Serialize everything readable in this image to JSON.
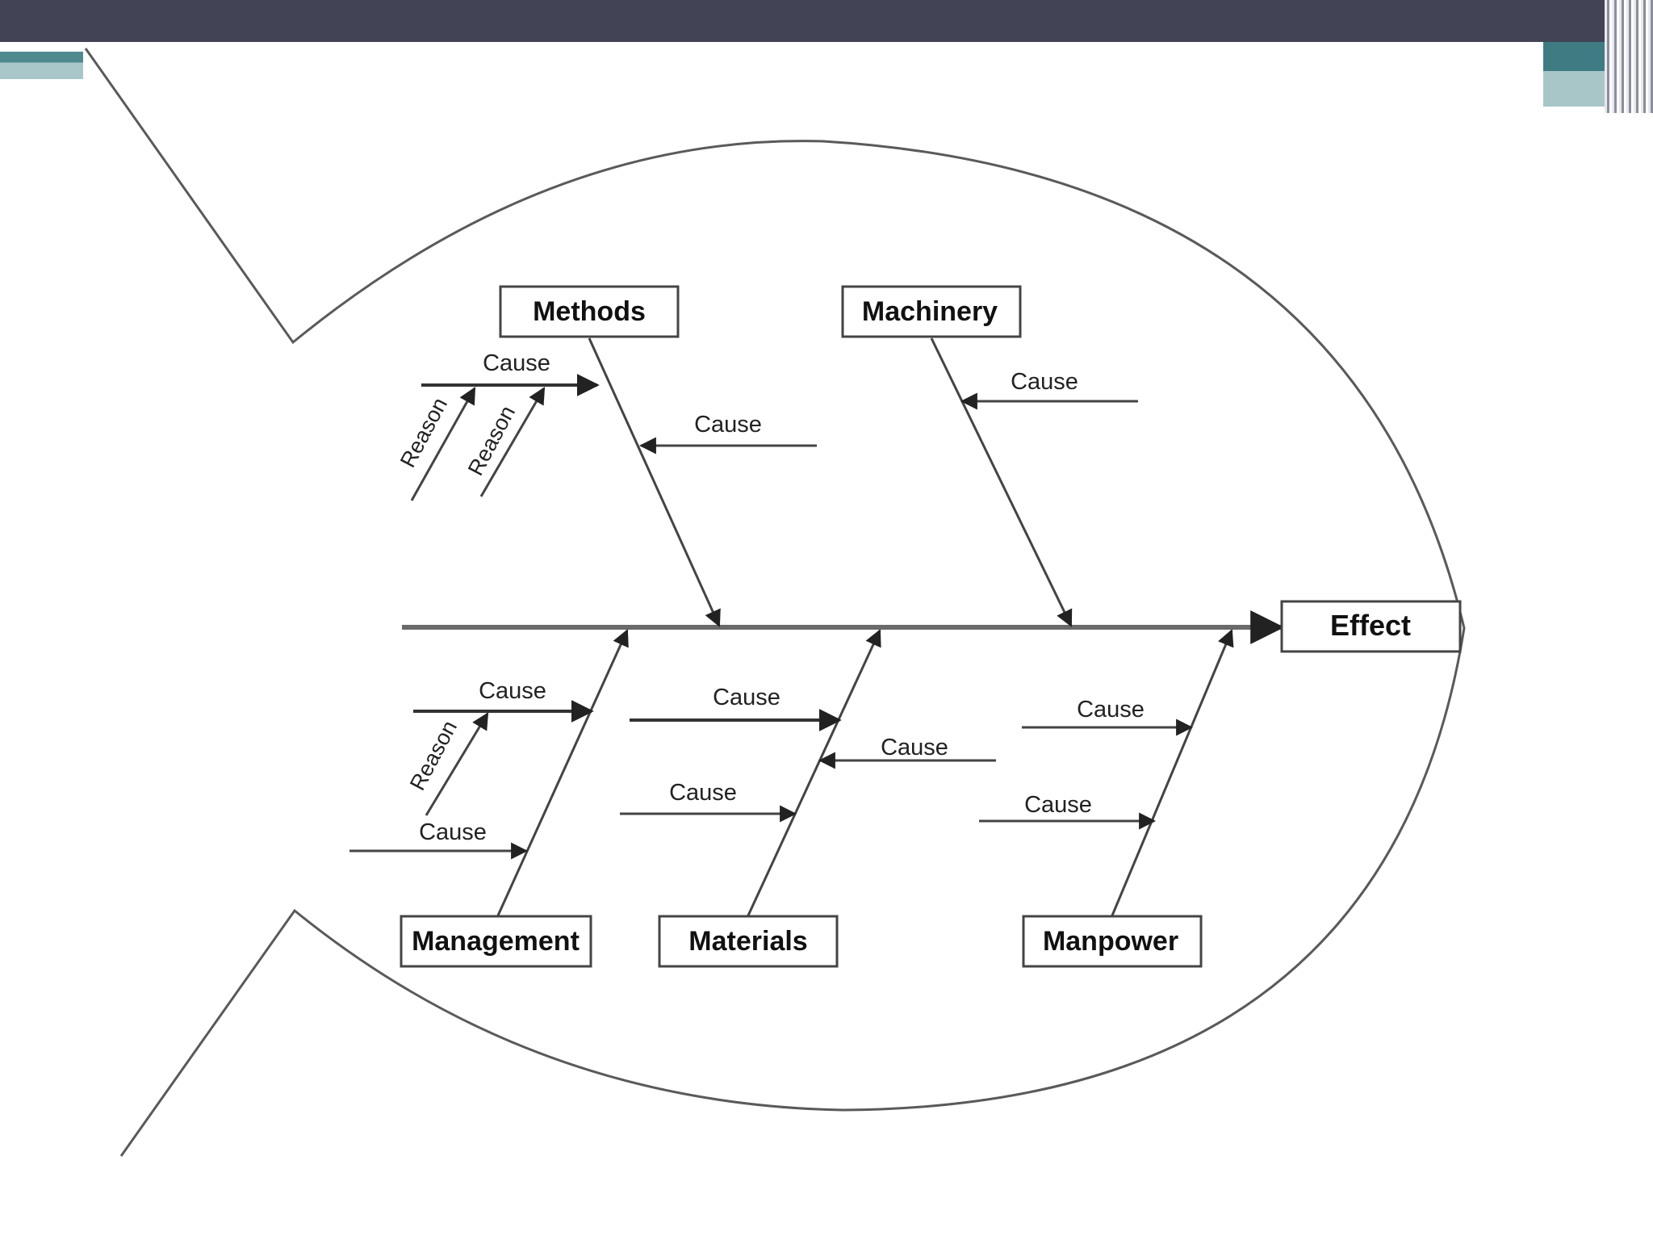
{
  "diagram": {
    "effect": "Effect",
    "categories": {
      "methods": "Methods",
      "machinery": "Machinery",
      "management": "Management",
      "materials": "Materials",
      "manpower": "Manpower"
    },
    "methods": {
      "cause_1": "Cause",
      "cause_2": "Cause",
      "reason_1": "Reason",
      "reason_2": "Reason"
    },
    "machinery": {
      "cause_1": "Cause"
    },
    "management": {
      "cause_1": "Cause",
      "cause_2": "Cause",
      "reason_1": "Reason"
    },
    "materials": {
      "cause_1": "Cause",
      "cause_2": "Cause",
      "cause_3": "Cause"
    },
    "manpower": {
      "cause_1": "Cause",
      "cause_2": "Cause"
    }
  },
  "colors": {
    "header_bar": "#434356",
    "accent_teal": "#4f8a90",
    "accent_light_teal": "#a9c7c9",
    "line": "#555555"
  }
}
